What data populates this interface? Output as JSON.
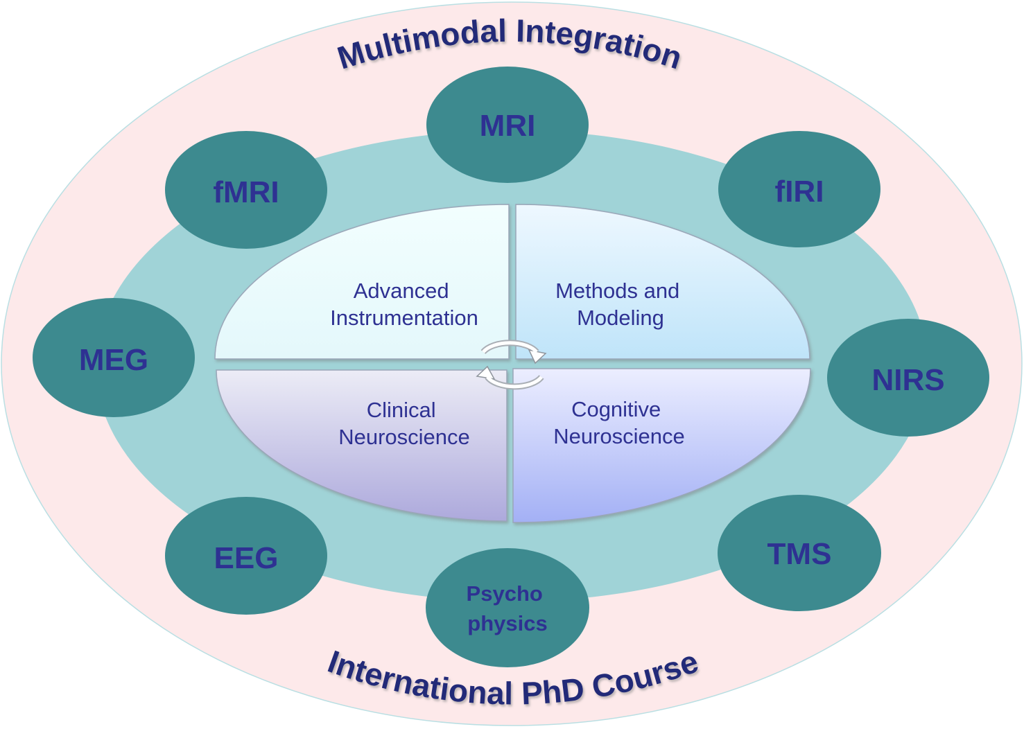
{
  "diagram": {
    "title_top": "Multimodal Integration",
    "title_bottom": "International PhD Course",
    "modalities": [
      {
        "label": "MRI"
      },
      {
        "label": "fIRI"
      },
      {
        "label": "NIRS"
      },
      {
        "label": "TMS"
      },
      {
        "label": [
          "Psycho",
          "physics"
        ]
      },
      {
        "label": "EEG"
      },
      {
        "label": "MEG"
      },
      {
        "label": "fMRI"
      }
    ],
    "quadrants": [
      {
        "id": "top-left",
        "lines": [
          "Advanced",
          "Instrumentation"
        ]
      },
      {
        "id": "top-right",
        "lines": [
          "Methods and",
          "Modeling"
        ]
      },
      {
        "id": "bottom-left",
        "lines": [
          "Clinical",
          "Neuroscience"
        ]
      },
      {
        "id": "bottom-right",
        "lines": [
          "Cognitive",
          "Neuroscience"
        ]
      }
    ],
    "colors": {
      "outer_ring": "#fde9ea",
      "middle_ring": "#a0d3d7",
      "modality_fill": "#3d8a8f",
      "text": "#2e3192"
    }
  }
}
